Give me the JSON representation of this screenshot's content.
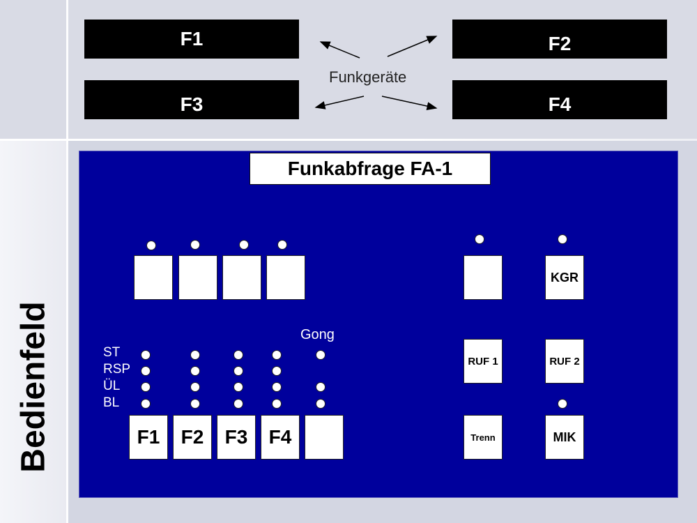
{
  "radios": {
    "f1": "F1",
    "f2": "F2",
    "f3": "F3",
    "f4": "F4",
    "center_label": "Funkgeräte"
  },
  "side_title": "Bedienfeld",
  "panel": {
    "title": "Funkabfrage  FA-1",
    "row_labels": [
      "ST",
      "RSP",
      "ÜL",
      "BL"
    ],
    "gong_label": "Gong",
    "channel_keys": [
      "F1",
      "F2",
      "F3",
      "F4"
    ],
    "right_keys": {
      "kgr": "KGR",
      "ruf1": "RUF 1",
      "ruf2": "RUF 2",
      "trenn": "Trenn",
      "mik": "MIK"
    }
  },
  "colors": {
    "panel_blue": "#00009c",
    "key_white": "#ffffff",
    "radio_box_black": "#000000"
  }
}
